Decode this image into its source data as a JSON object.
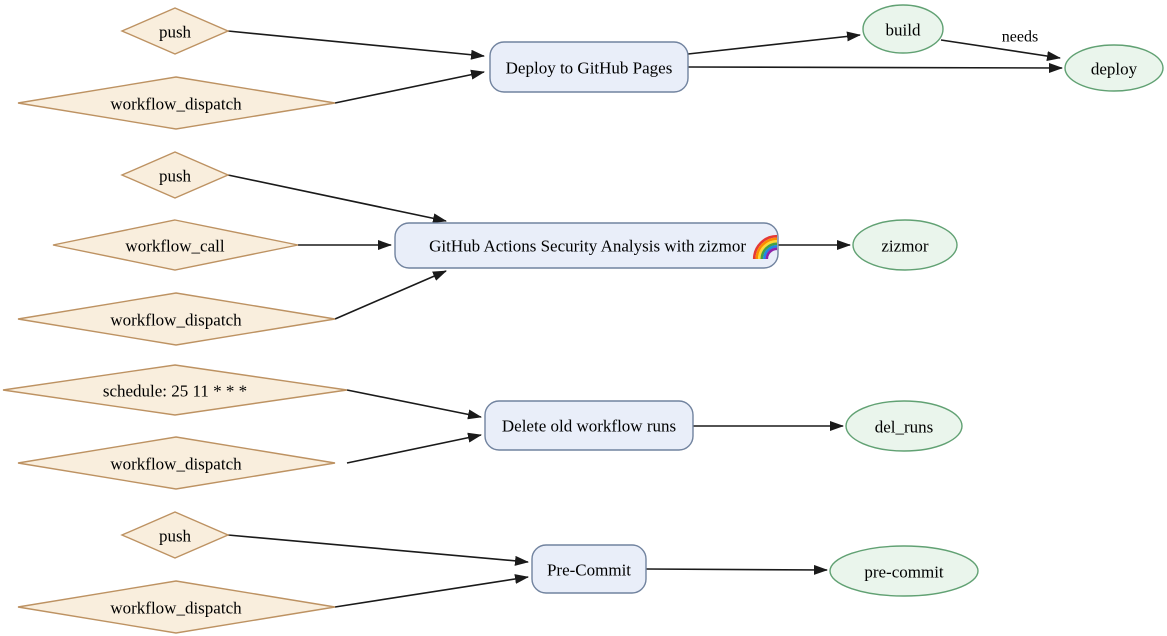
{
  "diagram": {
    "type": "workflow-graph",
    "clusters": [
      {
        "workflow": "Deploy to GitHub Pages",
        "triggers": [
          "push",
          "workflow_dispatch"
        ],
        "jobs": [
          "build",
          "deploy"
        ],
        "edge_label": "needs"
      },
      {
        "workflow": "GitHub Actions Security Analysis with zizmor",
        "workflow_icon": "rainbow-emoji",
        "triggers": [
          "push",
          "workflow_call",
          "workflow_dispatch"
        ],
        "jobs": [
          "zizmor"
        ]
      },
      {
        "workflow": "Delete old workflow runs",
        "triggers": [
          "schedule: 25 11 * * *",
          "workflow_dispatch"
        ],
        "jobs": [
          "del_runs"
        ]
      },
      {
        "workflow": "Pre-Commit",
        "triggers": [
          "push",
          "workflow_dispatch"
        ],
        "jobs": [
          "pre-commit"
        ]
      }
    ],
    "colors": {
      "trigger_fill": "#f9eedd",
      "trigger_stroke": "#bd9262",
      "workflow_fill": "#e9eef9",
      "workflow_stroke": "#71839f",
      "job_fill": "#eaf5ec",
      "job_stroke": "#61a173",
      "edge": "#1a1a1a",
      "text": "#000000",
      "background": "#ffffff"
    },
    "icons": {
      "rainbow": {
        "colors": [
          "#e53935",
          "#fb8c00",
          "#fdd835",
          "#43a047",
          "#1e88e5",
          "#8e24aa"
        ]
      }
    }
  }
}
